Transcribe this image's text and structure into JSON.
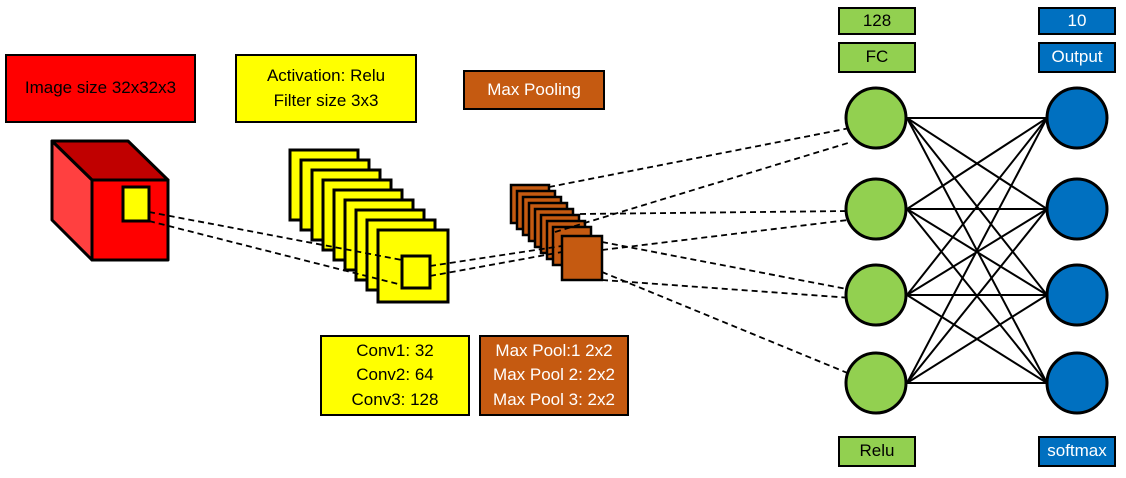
{
  "labels": {
    "image_size": "Image size 32x32x3",
    "activation": "Activation: Relu",
    "filter_size": "Filter size 3x3",
    "max_pooling": "Max Pooling",
    "conv1": "Conv1: 32",
    "conv2": "Conv2: 64",
    "conv3": "Conv3: 128",
    "maxpool1": "Max Pool:1 2x2",
    "maxpool2": "Max Pool 2: 2x2",
    "maxpool3": "Max Pool 3: 2x2",
    "fc_count": "128",
    "fc": "FC",
    "output_count": "10",
    "output": "Output",
    "relu": "Relu",
    "softmax": "softmax"
  },
  "colors": {
    "red": "#ff0000",
    "red_dark": "#c00000",
    "red_side": "#e81010",
    "yellow": "#ffff00",
    "brown": "#c55a11",
    "green": "#92d050",
    "blue": "#0070c0"
  }
}
